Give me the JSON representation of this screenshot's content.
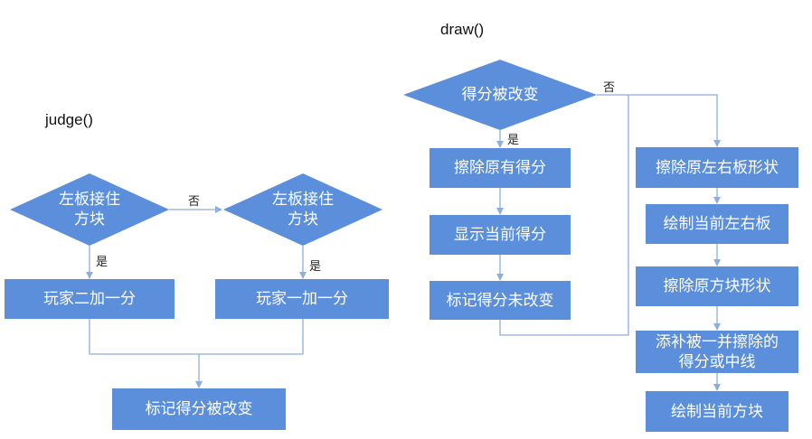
{
  "titles": {
    "judge": "judge()",
    "draw": "draw()"
  },
  "judge": {
    "decision1": "左板接住\n方块",
    "decision2": "左板接住\n方块",
    "player2_add": "玩家二加一分",
    "player1_add": "玩家一加一分",
    "mark_changed": "标记得分被改变",
    "no_label": "否",
    "yes_label_1": "是",
    "yes_label_2": "是"
  },
  "draw": {
    "decision": "得分被改变",
    "yes_label": "是",
    "no_label": "否",
    "erase_score": "擦除原有得分",
    "show_score": "显示当前得分",
    "mark_unchanged": "标记得分未改变",
    "erase_paddles": "擦除原左右板形状",
    "draw_paddles": "绘制当前左右板",
    "erase_block": "擦除原方块形状",
    "patch": "添补被一并擦除的\n得分或中线",
    "draw_block": "绘制当前方块"
  },
  "colors": {
    "shape_fill": "#5b8fdc",
    "connector": "#8eaede",
    "text_on_shape": "#ffffff"
  }
}
